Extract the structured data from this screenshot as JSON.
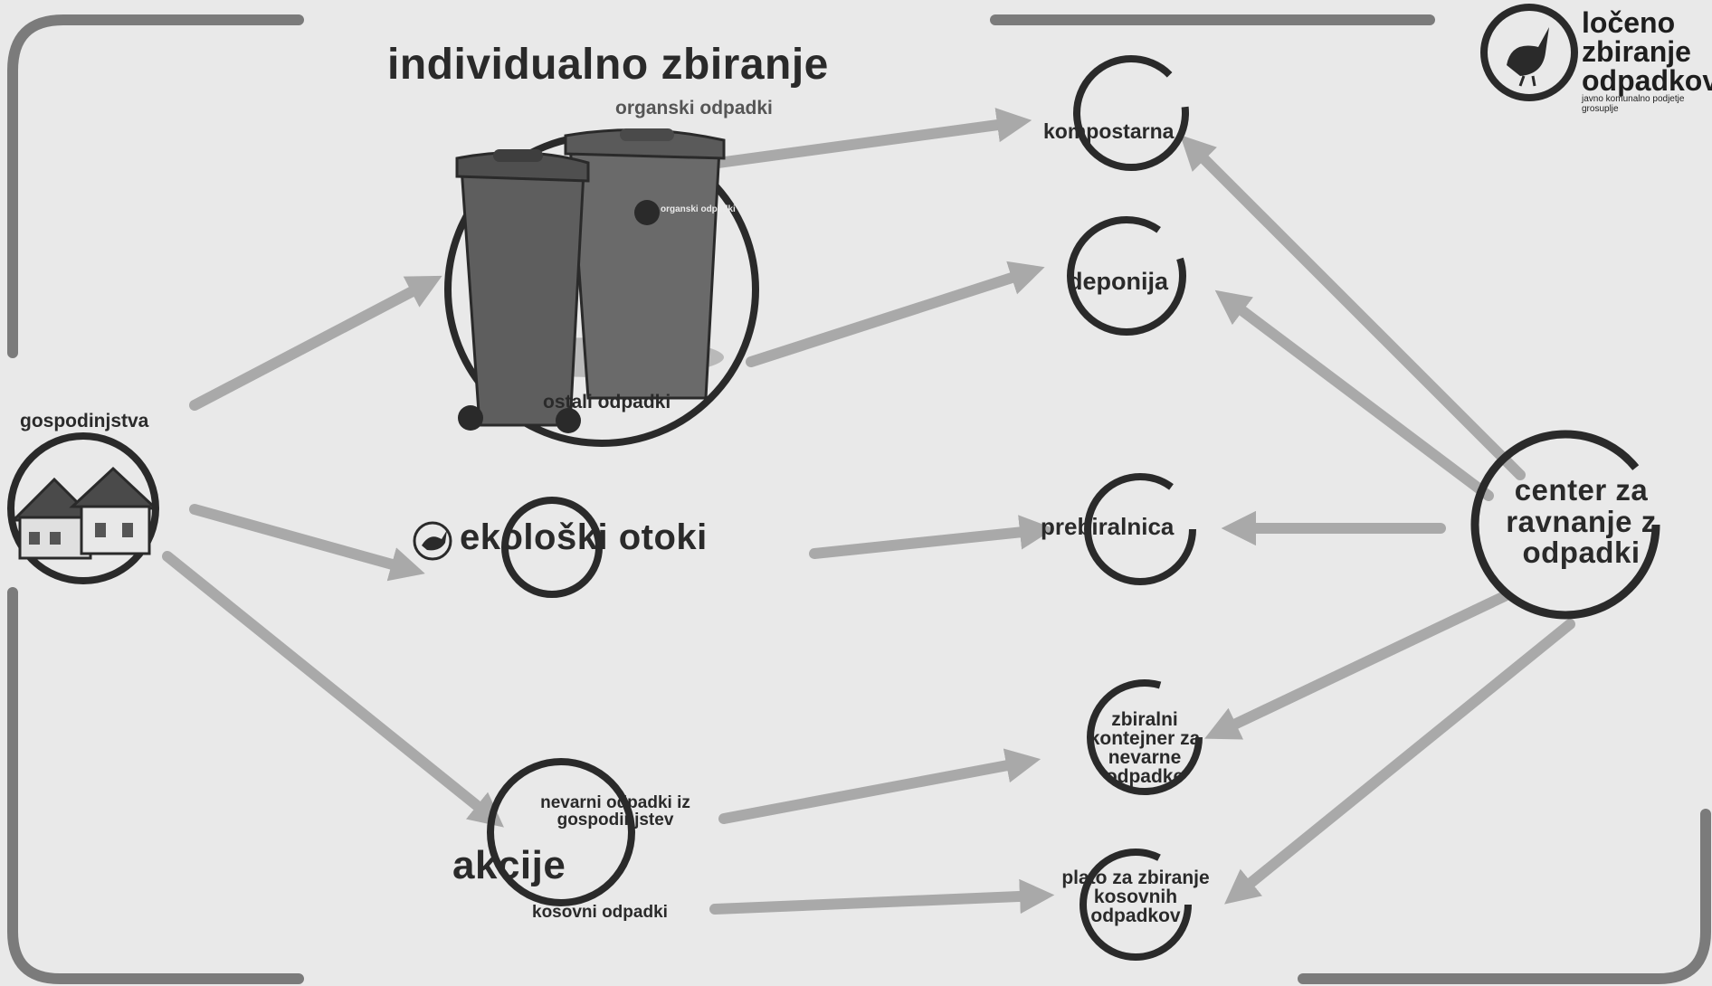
{
  "title": "individualno zbiranje",
  "bins": {
    "organic_label": "organski odpadki",
    "residual_label": "ostali odpadki",
    "bin_print": "organski odpadki"
  },
  "households": "gospodinjstva",
  "eco_islands": "ekološki otoki",
  "actions": {
    "title": "akcije",
    "hazardous": "nevarni odpadki iz gospodinjstev",
    "bulky": "kosovni odpadki"
  },
  "destinations": {
    "composting": "kompostarna",
    "landfill": "deponija",
    "sorting": "prebiralnica",
    "hazardous_container": "zbiralni kontejner za nevarne odpadke",
    "bulky_plateau": "plato za zbiranje kosovnih odpadkov",
    "center": "center za ravnanje z odpadki"
  },
  "logo": {
    "line1": "ločeno",
    "line2": "zbiranje",
    "line3": "odpadkov",
    "subtitle": "javno komunalno podjetje grosuplje"
  },
  "colors": {
    "arrow": "#a9a9a9",
    "ink": "#2a2a2a",
    "bin": "#5a5a5a",
    "background": "#e9e9e9"
  }
}
